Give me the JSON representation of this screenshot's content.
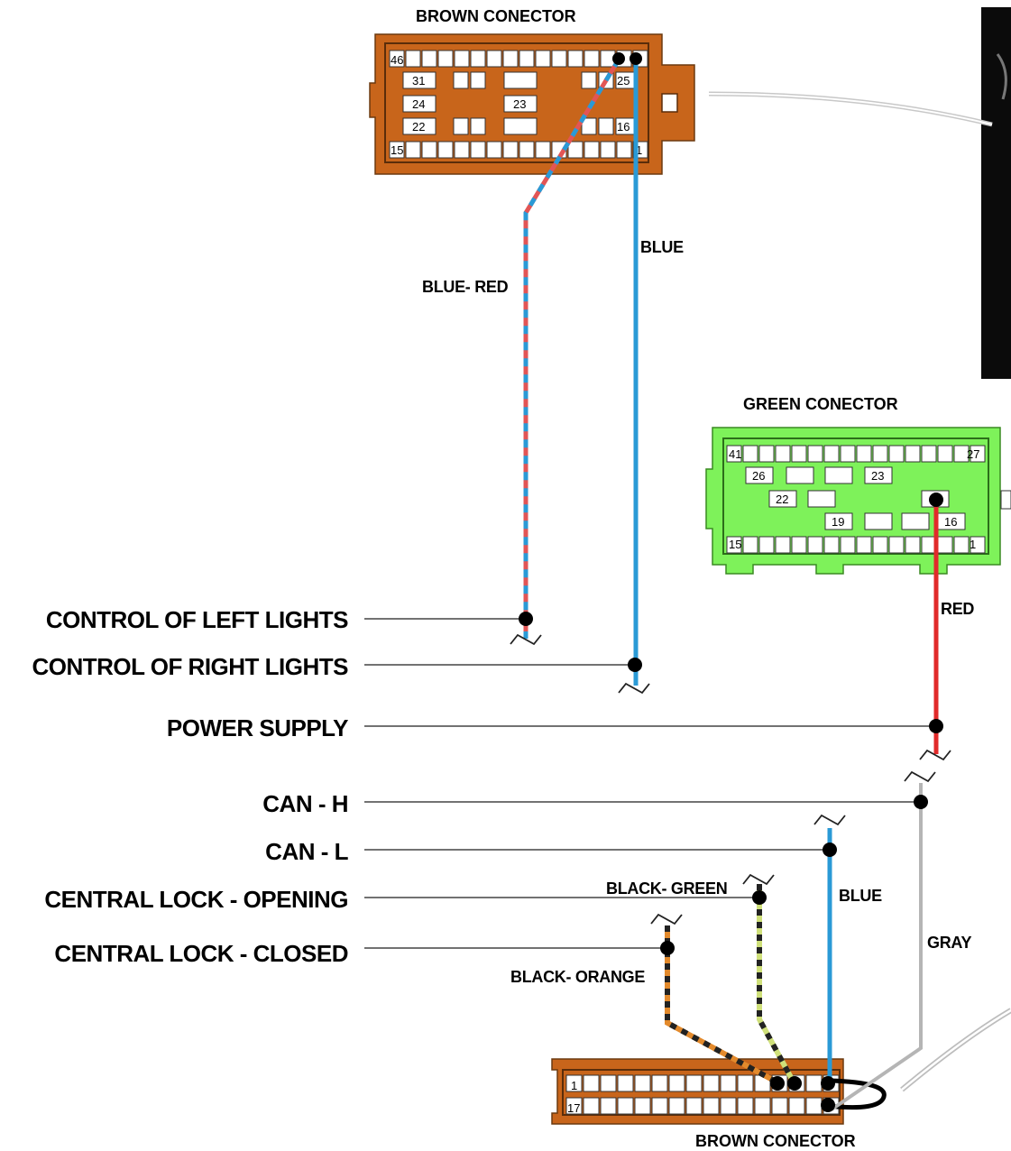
{
  "connectors": {
    "brown_top": {
      "title": "BROWN  CONECTOR",
      "pins": [
        "46",
        "31",
        "25",
        "24",
        "23",
        "22",
        "16",
        "15",
        "1"
      ]
    },
    "green": {
      "title": "GREEN  CONECTOR",
      "pins": [
        "41",
        "27",
        "26",
        "23",
        "22",
        "19",
        "16",
        "15",
        "1"
      ]
    },
    "brown_bottom": {
      "title": "BROWN  CONECTOR",
      "pins": [
        "1",
        "17"
      ]
    }
  },
  "wires": {
    "blue_red": "BLUE- RED",
    "blue_top": "BLUE",
    "red": "RED",
    "black_green": "BLACK- GREEN",
    "blue_bottom": "BLUE",
    "gray": "GRAY",
    "black_orange": "BLACK- ORANGE"
  },
  "signals": [
    "CONTROL OF LEFT LIGHTS",
    "CONTROL OF RIGHT LIGHTS",
    "POWER SUPPLY",
    "CAN - H",
    "CAN - L",
    "CENTRAL LOCK - OPENING",
    "CENTRAL LOCK - CLOSED"
  ],
  "colors": {
    "brown": "#c8651b",
    "green": "#7ef25a",
    "blue": "#2a9ad6",
    "red": "#e12a2a",
    "gray": "#b5b5b5",
    "orange": "#e38a2c",
    "yellow_green": "#cfe07a"
  }
}
